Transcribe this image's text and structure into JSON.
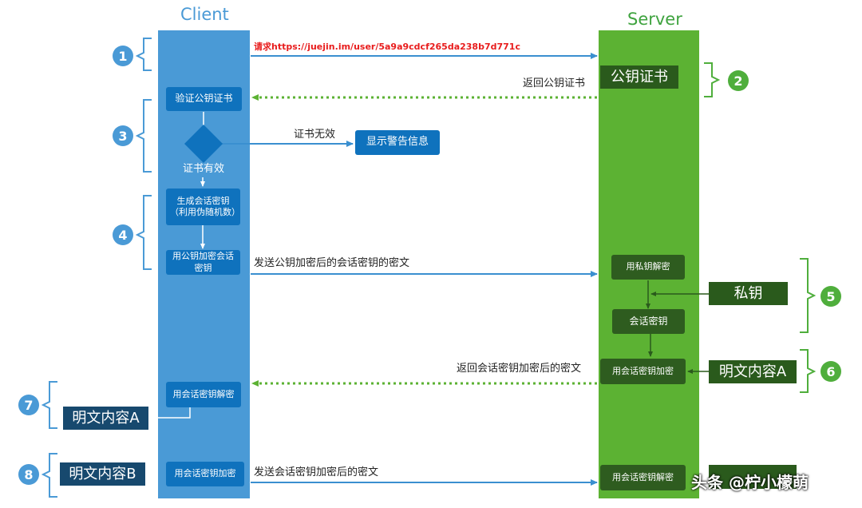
{
  "client": {
    "title": "Client"
  },
  "server": {
    "title": "Server"
  },
  "steps": [
    "1",
    "2",
    "3",
    "4",
    "5",
    "6",
    "7",
    "8"
  ],
  "messages": {
    "request": "请求https://juejin.im/user/5a9a9cdcf265da238b7d771c",
    "return_cert": "返回公钥证书",
    "cert_invalid": "证书无效",
    "send_encrypted_session_key": "发送公钥加密后的会话密钥的密文",
    "return_session_ciphertext": "返回会话密钥加密后的密文",
    "send_session_ciphertext": "发送会话密钥加密后的密文"
  },
  "client_nodes": {
    "verify_cert": "验证公钥证书",
    "cert_valid": "证书有效",
    "show_warning": "显示警告信息",
    "gen_session_key": "生成会话密钥（利用伪随机数）",
    "encrypt_session_key": "用公钥加密会话密钥",
    "decrypt_with_session_key": "用会话密钥解密",
    "plaintext_a": "明文内容A",
    "plaintext_b": "明文内容B",
    "encrypt_with_session_key": "用会话密钥加密"
  },
  "server_nodes": {
    "public_cert": "公钥证书",
    "decrypt_with_private_key": "用私钥解密",
    "private_key": "私钥",
    "session_key": "会话密钥",
    "encrypt_with_session_key": "用会话密钥加密",
    "plaintext_a": "明文内容A",
    "decrypt_with_session_key": "用会话密钥解密"
  },
  "watermark": "头条 @柠小檬萌",
  "colors": {
    "client_lane": "#4a9ad6",
    "server_lane": "#5cb233",
    "client_box": "#0f72bd",
    "server_box": "#2e5c1f",
    "arrow": "#3a8fd0",
    "dotted": "#5cb233"
  }
}
